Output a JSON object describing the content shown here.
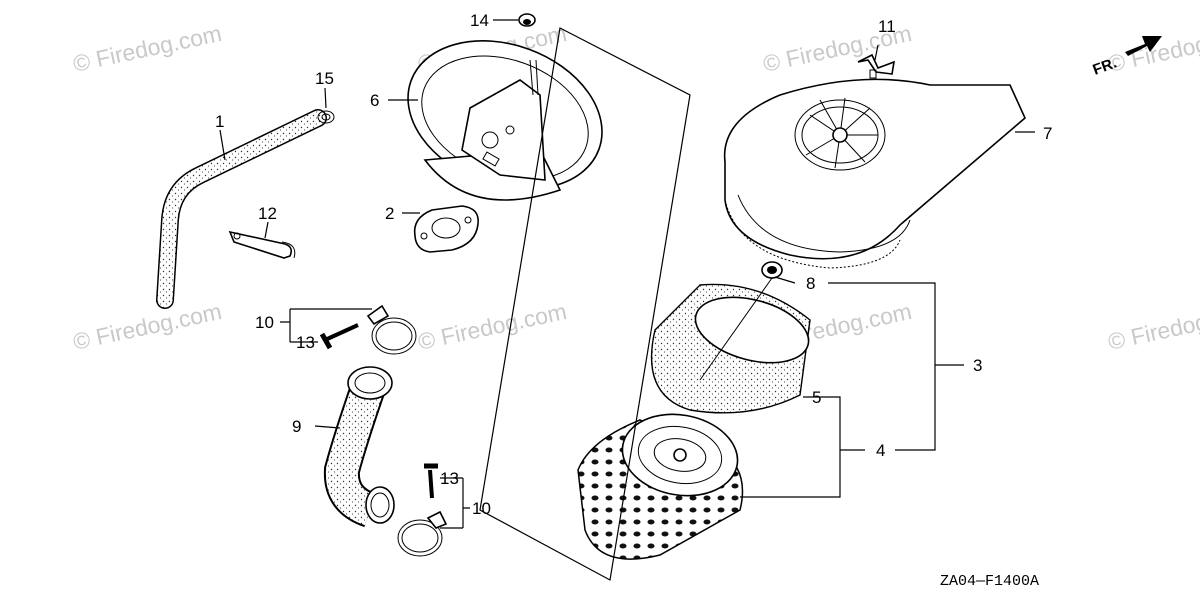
{
  "watermark": "© Firedog.com",
  "direction_label": "FR.",
  "figure_code": "ZA04—F1400A",
  "callouts": {
    "c1": "1",
    "c2": "2",
    "c3": "3",
    "c4": "4",
    "c5": "5",
    "c6": "6",
    "c7": "7",
    "c8": "8",
    "c9": "9",
    "c10a": "10",
    "c10b": "10",
    "c11": "11",
    "c12": "12",
    "c13a": "13",
    "c13b": "13",
    "c14": "14",
    "c15": "15"
  }
}
